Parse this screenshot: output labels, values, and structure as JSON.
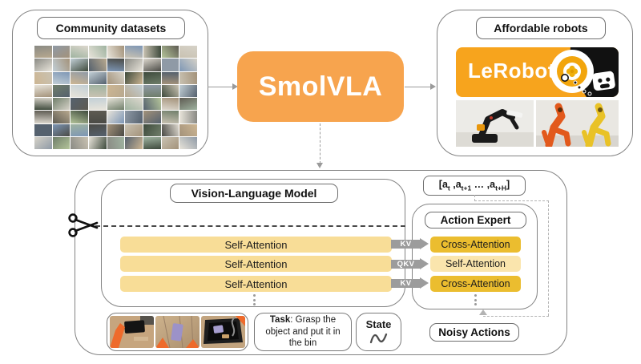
{
  "colors": {
    "orange": "#F7A44E",
    "banner_orange": "#F7A41D",
    "pale_yellow": "#F8DD97",
    "ae_pale": "#FAE5AD",
    "gold": "#EBBD2F",
    "arrow_gray": "#9c9c9c"
  },
  "top": {
    "community": {
      "title": "Community datasets"
    },
    "smolvla": {
      "label": "SmolVLA"
    },
    "affordable": {
      "title": "Affordable robots",
      "banner_label": "LeRobot"
    }
  },
  "bottom": {
    "vlm": {
      "title": "Vision-Language Model",
      "rows": [
        "Self-Attention",
        "Self-Attention",
        "Self-Attention"
      ]
    },
    "action_expert": {
      "title": "Action Expert",
      "rows": [
        "Cross-Attention",
        "Self-Attention",
        "Cross-Attention"
      ]
    },
    "arrows": [
      "KV",
      "QKV",
      "KV"
    ],
    "actions_box": {
      "open": "[a",
      "sub1": "t",
      "mid1": " ,a",
      "sub2": "t+1",
      "mid2": " … ,a",
      "sub3": "t+H",
      "close": "]"
    },
    "noisy_actions_label": "Noisy Actions",
    "task": {
      "bold": "Task",
      "rest": ": Grasp the object and put it in the bin"
    },
    "state": {
      "label": "State"
    }
  },
  "mosaic_palette": [
    "#b8a98f",
    "#8a8a84",
    "#d6d2c8",
    "#5e5b52",
    "#9fb3a0",
    "#c9c2b2",
    "#7d96b5",
    "#4a4a45",
    "#ddd8ce",
    "#a3927a",
    "#6f7e6a",
    "#c2cfd6",
    "#8f9aa6",
    "#e8e4da",
    "#55616e",
    "#b4c49a",
    "#cdb693",
    "#3e4a3c"
  ]
}
